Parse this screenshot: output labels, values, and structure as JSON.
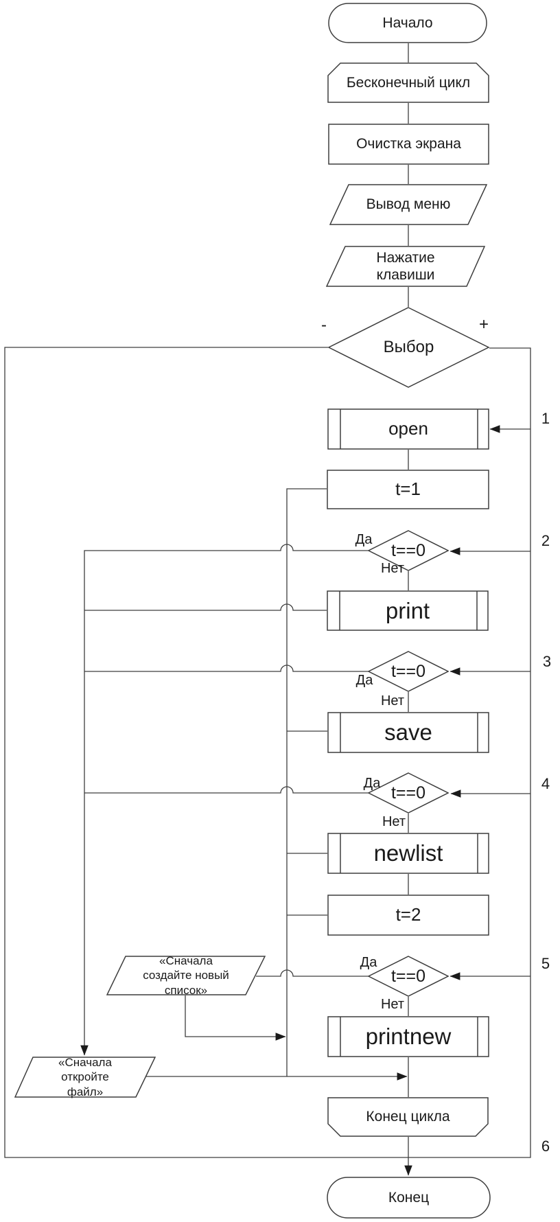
{
  "nodes": {
    "start": {
      "label": "Начало"
    },
    "loop_begin": {
      "label": "Бесконечный цикл"
    },
    "clear": {
      "label": "Очистка экрана"
    },
    "menu": {
      "label": "Вывод меню"
    },
    "keypress": {
      "label": "Нажатие клавиши"
    },
    "choice": {
      "label": "Выбор"
    },
    "open": {
      "label": "open"
    },
    "t1": {
      "label": "t=1"
    },
    "check2": {
      "label": "t==0"
    },
    "print": {
      "label": "print"
    },
    "check3": {
      "label": "t==0"
    },
    "save": {
      "label": "save"
    },
    "check4": {
      "label": "t==0"
    },
    "newlist": {
      "label": "newlist"
    },
    "t2": {
      "label": "t=2"
    },
    "check5": {
      "label": "t==0"
    },
    "msg_create": {
      "label": "«Сначала создайте новый список»"
    },
    "printnew": {
      "label": "printnew"
    },
    "msg_open": {
      "label": "«Сначала откройте файл»"
    },
    "loop_end": {
      "label": "Конец цикла"
    },
    "end": {
      "label": "Конец"
    }
  },
  "labels": {
    "yes": "Да",
    "no": "Нет",
    "minus": "-",
    "plus": "+",
    "cases": [
      "1",
      "2",
      "3",
      "4",
      "5",
      "6"
    ]
  },
  "colors": {
    "line": "#3d3d3d",
    "arrow": "#1a1a1a",
    "text": "#1a1a1a",
    "background": "#ffffff"
  }
}
